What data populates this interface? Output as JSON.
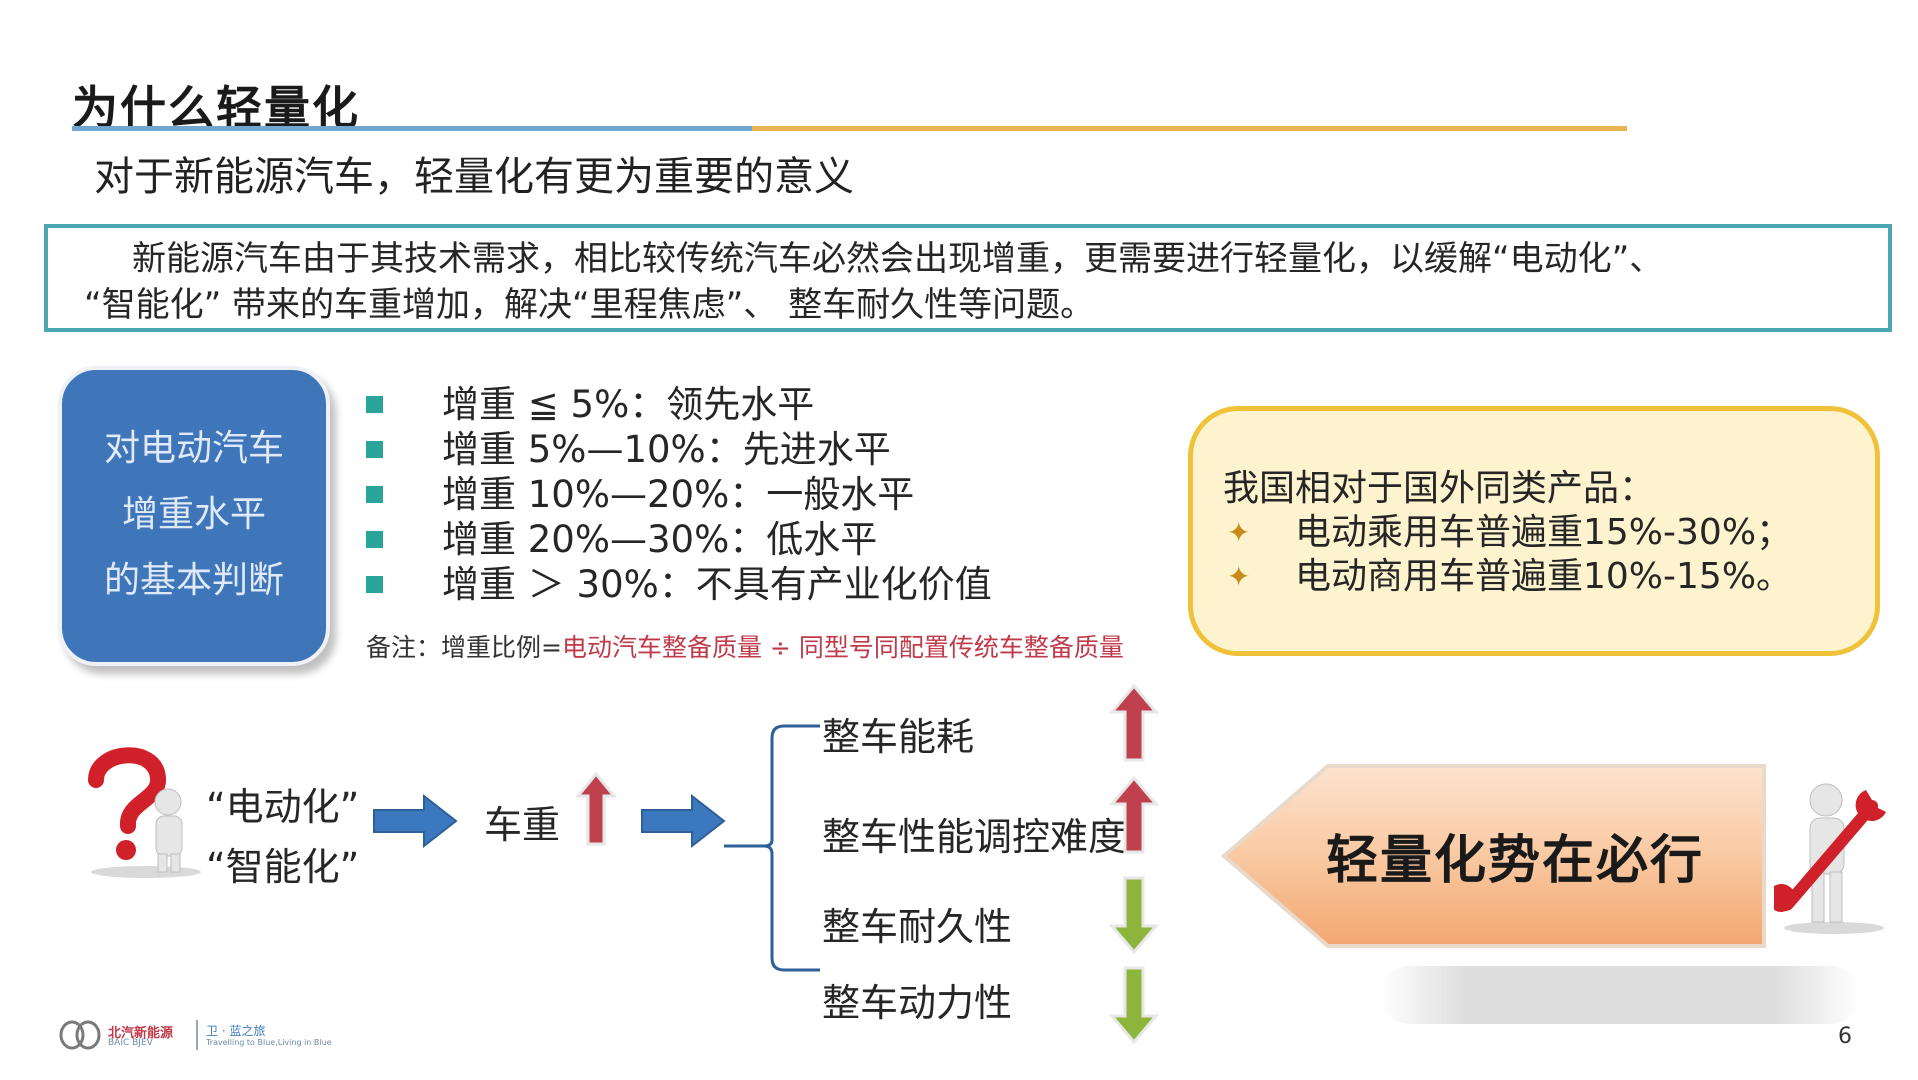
{
  "slide": {
    "title": "为什么轻量化",
    "subtitle": "对于新能源汽车，轻量化有更为重要的意义",
    "intro_line1": "新能源汽车由于其技术需求，相比较传统汽车必然会出现增重，更需要进行轻量化，以缓解“电动化”、",
    "intro_line2": "“智能化” 带来的车重增加，解决“里程焦虑”、 整车耐久性等问题。",
    "judgement": {
      "lines": [
        "对电动汽车",
        "增重水平",
        "的基本判断"
      ]
    },
    "rules": [
      "增重 ≦ 5%：领先水平",
      "增重   5%—10%：先进水平",
      "增重 10%—20%：一般水平",
      "增重  20%—30%：低水平",
      "增重  ＞ 30%：不具有产业化价值"
    ],
    "note": {
      "prefix": "备注：增重比例=",
      "numerator": "电动汽车整备质量",
      "divider": " ÷ ",
      "denominator": "同型号同配置传统车整备质量"
    },
    "domestic": {
      "heading": "我国相对于国外同类产品：",
      "items": [
        "电动乘用车普遍重15%-30%；",
        "电动商用车普遍重10%-15%。"
      ]
    },
    "flow": {
      "drivers": [
        "“电动化”",
        "“智能化”"
      ],
      "car_weight": "车重",
      "impacts": [
        {
          "label": "整车能耗",
          "direction": "up"
        },
        {
          "label": "整车性能调控难度",
          "direction": "up"
        },
        {
          "label": "整车耐久性",
          "direction": "down"
        },
        {
          "label": "整车动力性",
          "direction": "down"
        }
      ]
    },
    "conclusion": "轻量化势在必行",
    "footer": {
      "logo_text": "北汽新能源",
      "logo_sub": "BAIC BJEV",
      "slogan": "卫 · 蓝之旅",
      "slogan_sub": "Travelling to Blue,Living in Blue",
      "page_number": "6"
    }
  },
  "colors": {
    "accent_teal": "#4aa6b3",
    "card_blue": "#3f75b9",
    "bullet_teal": "#2aa59c",
    "note_red": "#c03a4a",
    "domestic_fill": "#fdf4cf",
    "domestic_border": "#f0c23a",
    "up_arrow_red": "#c0414e",
    "down_arrow_green": "#8db53c",
    "flow_arrow_blue": "#3c78be",
    "conclusion_orange": "#f8c49b"
  },
  "icons": {
    "question_figure": "question-mark-person-icon",
    "wrench_figure": "person-with-wrench-icon",
    "logo": "baic-logo-icon"
  }
}
